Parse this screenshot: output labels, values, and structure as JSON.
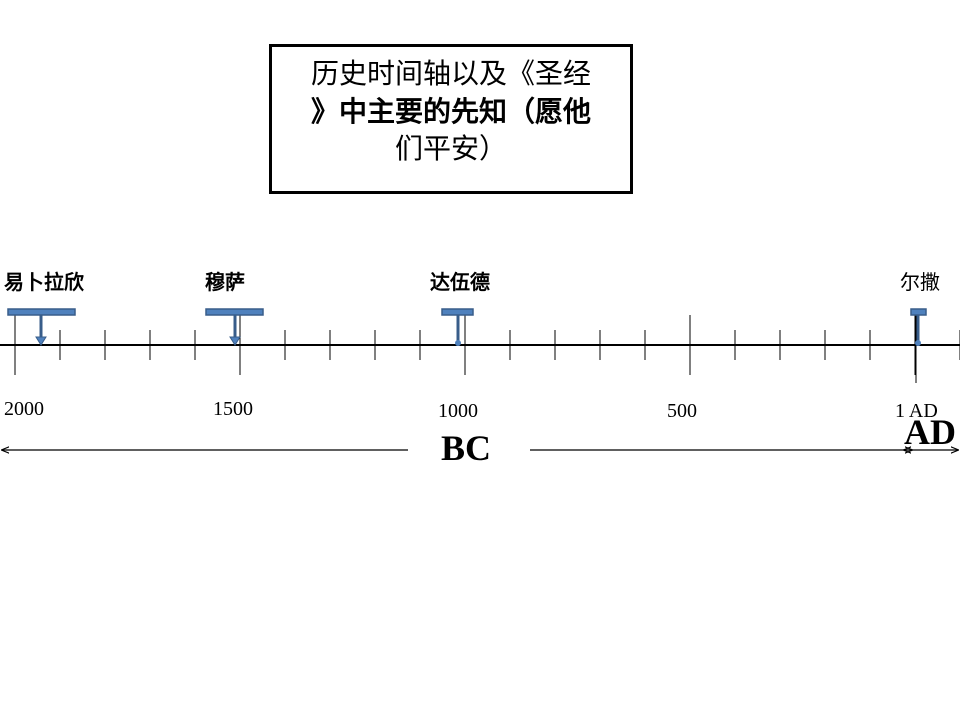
{
  "title": {
    "line1": "历史时间轴以及《圣经",
    "line2": "》中主要的先知（愿他",
    "line3": "们平安）"
  },
  "prophets": [
    {
      "name": "易卜拉欣"
    },
    {
      "name": "穆萨"
    },
    {
      "name": "达伍德"
    },
    {
      "name": "尔撒"
    }
  ],
  "axis": {
    "labels": [
      "2000",
      "1500",
      "1000",
      "500",
      "1 AD"
    ]
  },
  "eras": {
    "bc": "BC",
    "ad": "AD"
  },
  "colors": {
    "marker_fill": "#4f81bd",
    "marker_stroke": "#385d8a",
    "line": "#000000"
  }
}
